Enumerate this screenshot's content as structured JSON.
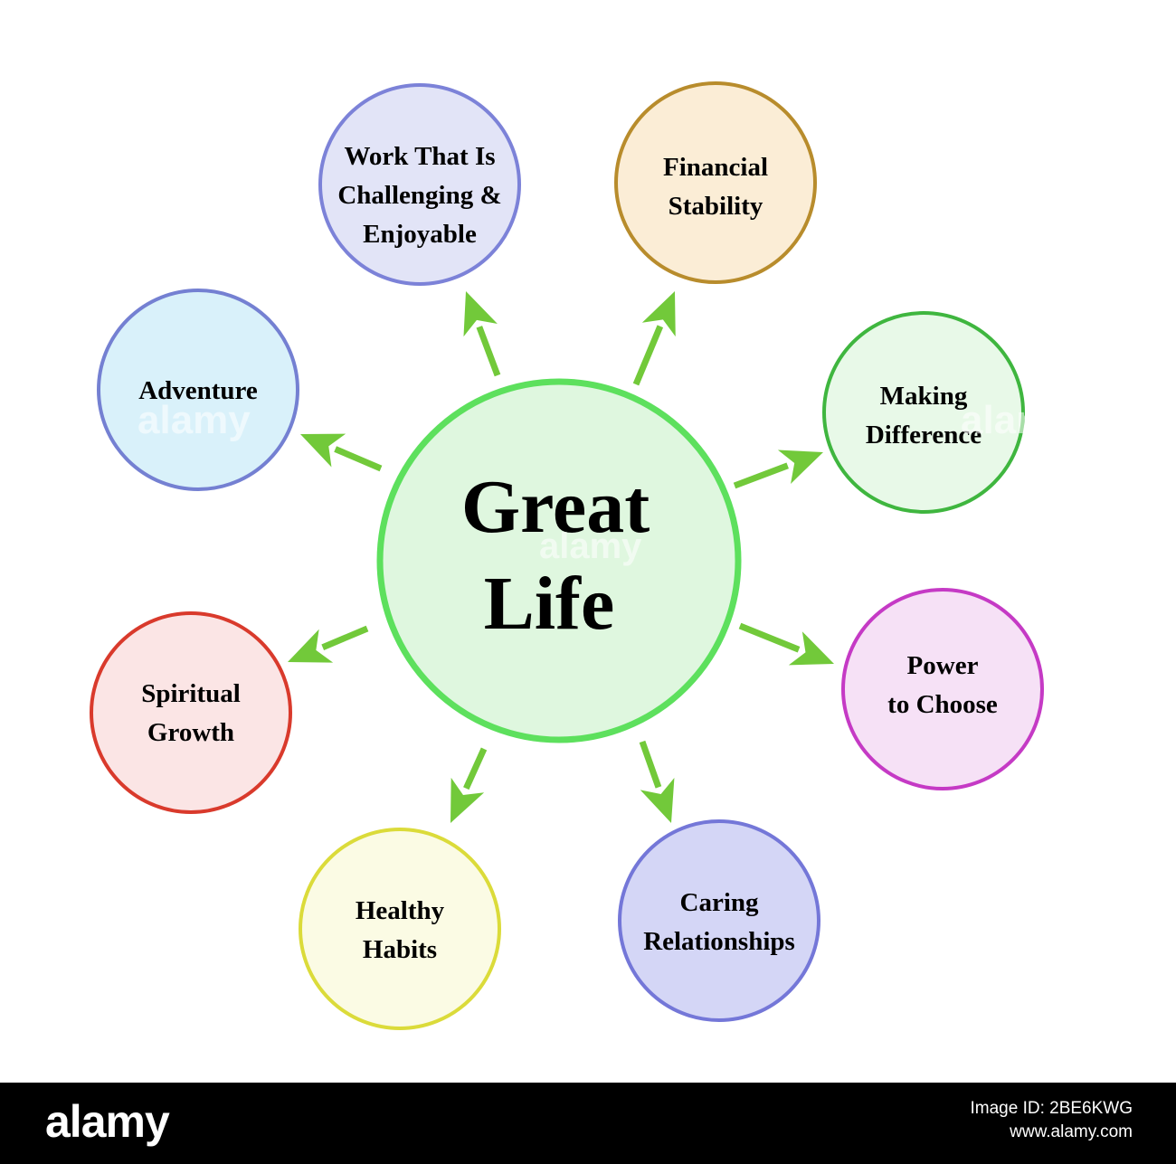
{
  "center": {
    "lines": [
      "Great",
      "Life"
    ],
    "fill": "#dff7df",
    "stroke": "#5de05d"
  },
  "arrow_color": "#72c93a",
  "nodes": [
    {
      "id": "work",
      "lines": [
        "Work That Is",
        "Challenging &",
        "Enjoyable"
      ],
      "fill": "#e2e4f7",
      "stroke": "#7c82d8"
    },
    {
      "id": "financial",
      "lines": [
        "Financial",
        "Stability"
      ],
      "fill": "#fbedd6",
      "stroke": "#b88c2c"
    },
    {
      "id": "making",
      "lines": [
        "Making",
        "Difference"
      ],
      "fill": "#e8f9e8",
      "stroke": "#3fb63f"
    },
    {
      "id": "power",
      "lines": [
        "Power",
        "to Choose"
      ],
      "fill": "#f6e1f6",
      "stroke": "#c53ac5"
    },
    {
      "id": "caring",
      "lines": [
        "Caring",
        "Relationships"
      ],
      "fill": "#d4d6f6",
      "stroke": "#7477d8"
    },
    {
      "id": "healthy",
      "lines": [
        "Healthy",
        "Habits"
      ],
      "fill": "#fbfbe4",
      "stroke": "#dbdb3a"
    },
    {
      "id": "spiritual",
      "lines": [
        "Spiritual",
        "Growth"
      ],
      "fill": "#fbe5e5",
      "stroke": "#d93a2c"
    },
    {
      "id": "adventure",
      "lines": [
        "Adventure"
      ],
      "fill": "#d9f1fa",
      "stroke": "#7480d2"
    }
  ],
  "watermark": "alamy",
  "footer": {
    "logo": "alamy",
    "image_id": "Image ID: 2BE6KWG",
    "url": "www.alamy.com"
  }
}
